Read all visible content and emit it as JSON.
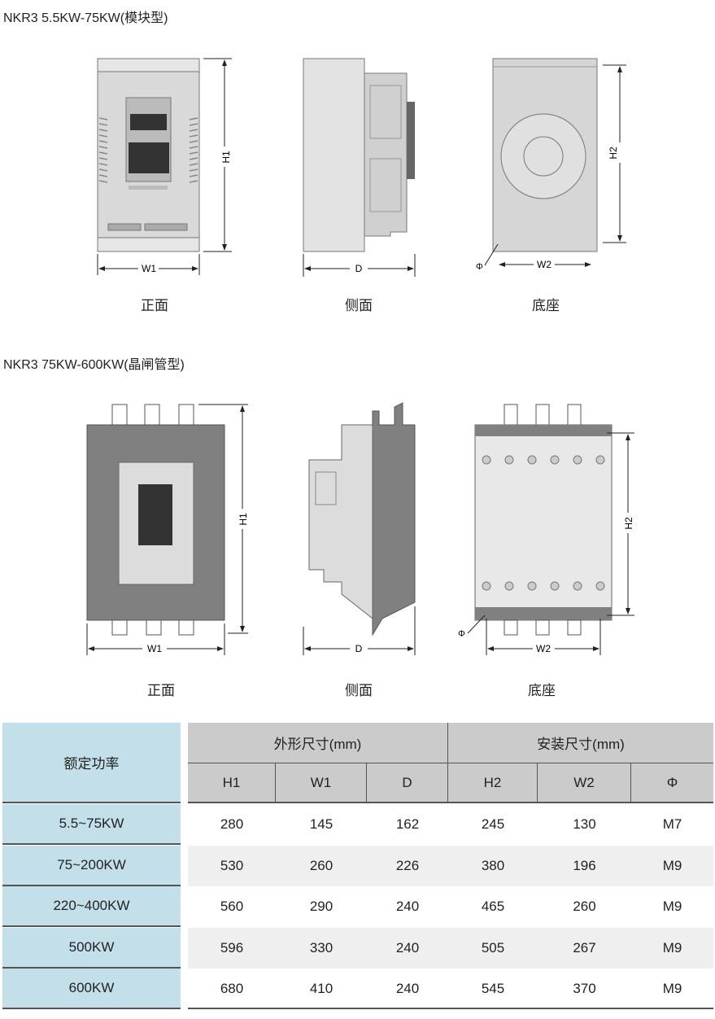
{
  "section1": {
    "title": "NKR3   5.5KW-75KW(模块型)",
    "captions": [
      "正面",
      "侧面",
      "底座"
    ],
    "dims": {
      "h1": "H1",
      "w1": "W1",
      "d": "D",
      "h2": "H2",
      "w2": "W2",
      "phi": "Φ"
    }
  },
  "section2": {
    "title": "NKR3   75KW-600KW(晶闸管型)",
    "captions": [
      "正面",
      "侧面",
      "底座"
    ],
    "dims": {
      "h1": "H1",
      "w1": "W1",
      "d": "D",
      "h2": "H2",
      "w2": "W2",
      "phi": "Φ"
    }
  },
  "table": {
    "rated_power_header": "额定功率",
    "group_outer": "外形尺寸(mm)",
    "group_mount": "安装尺寸(mm)",
    "columns": [
      "H1",
      "W1",
      "D",
      "H2",
      "W2",
      "Φ"
    ],
    "rows": [
      {
        "power": "5.5~75KW",
        "values": [
          "280",
          "145",
          "162",
          "245",
          "130",
          "M7"
        ]
      },
      {
        "power": "75~200KW",
        "values": [
          "530",
          "260",
          "226",
          "380",
          "196",
          "M9"
        ]
      },
      {
        "power": "220~400KW",
        "values": [
          "560",
          "290",
          "240",
          "465",
          "260",
          "M9"
        ]
      },
      {
        "power": "500KW",
        "values": [
          "596",
          "330",
          "240",
          "505",
          "267",
          "M9"
        ]
      },
      {
        "power": "600KW",
        "values": [
          "680",
          "410",
          "240",
          "545",
          "370",
          "M9"
        ]
      }
    ]
  },
  "colors": {
    "power_col": "#c3e0ea",
    "header": "#cbcbcb",
    "alt_row": "#efefef",
    "housing": "#d8d8d8",
    "dark_housing": "#808080"
  }
}
